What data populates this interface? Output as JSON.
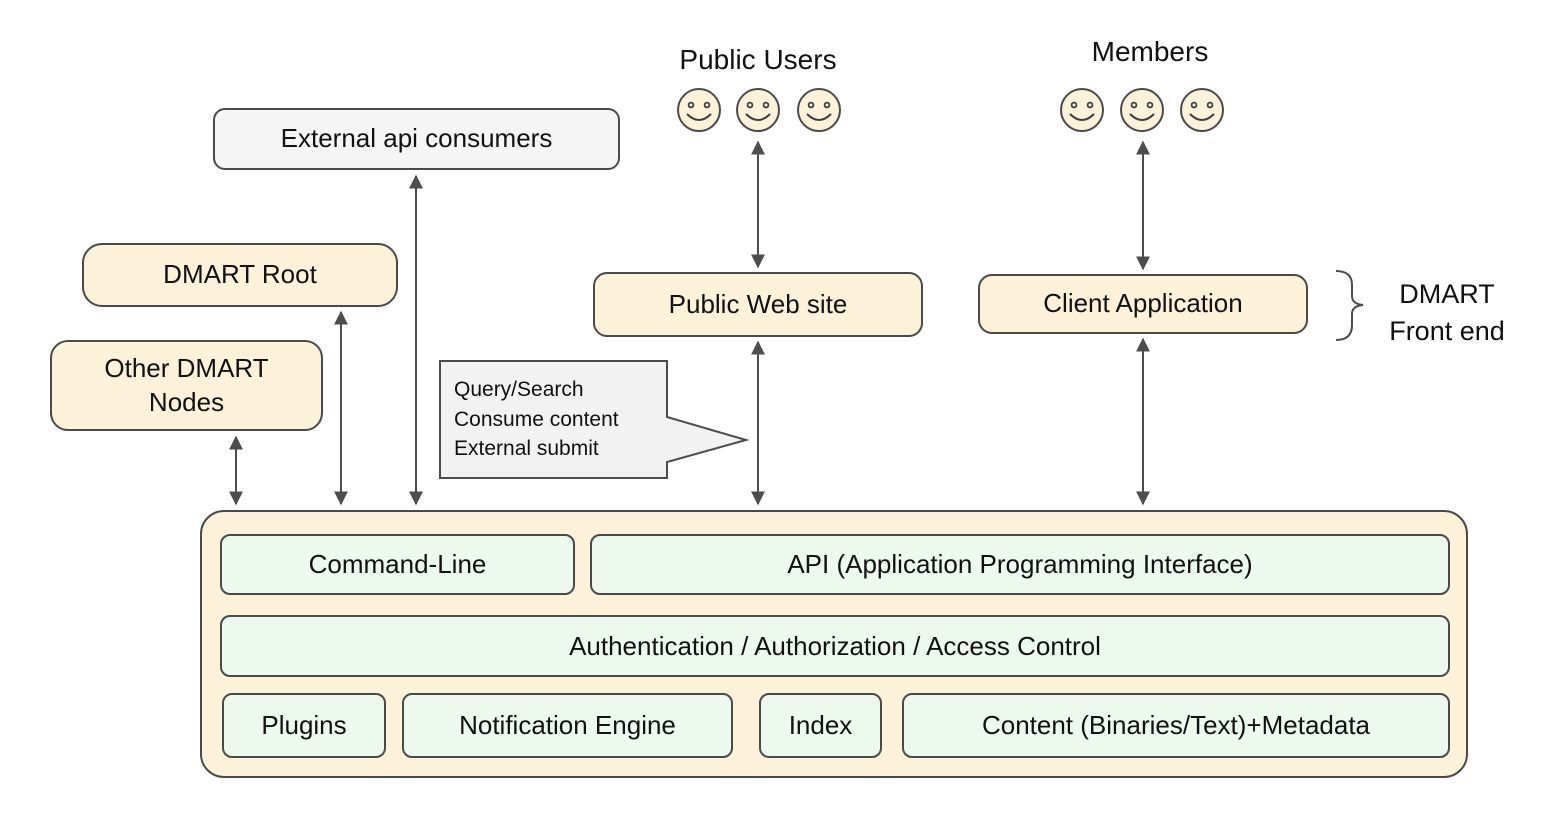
{
  "diagram": {
    "nodes": {
      "external_api_consumers": {
        "label": "External api consumers"
      },
      "dmart_root": {
        "label": "DMART Root"
      },
      "other_dmart_nodes": {
        "label": "Other DMART Nodes"
      },
      "public_web_site": {
        "label": "Public Web site"
      },
      "client_application": {
        "label": "Client Application"
      }
    },
    "actors": {
      "public_users": {
        "label": "Public Users",
        "icon": "smiley-face-icon",
        "count": 3
      },
      "members": {
        "label": "Members",
        "icon": "smiley-face-icon",
        "count": 3
      }
    },
    "callout": {
      "lines": [
        "Query/Search",
        "Consume content",
        "External submit"
      ]
    },
    "front_end_brace": {
      "label_line1": "DMART",
      "label_line2": "Front end"
    },
    "backend": {
      "command_line": "Command-Line",
      "api": "API (Application Programming Interface)",
      "auth": "Authentication / Authorization / Access Control",
      "plugins": "Plugins",
      "notification_engine": "Notification Engine",
      "index": "Index",
      "content": "Content (Binaries/Text)+Metadata"
    },
    "colors": {
      "cream_fill": "#FCF2DA",
      "green_fill": "#EDF8EF",
      "gray_fill": "#F5F5F5",
      "callout_fill": "#F2F2F2",
      "border": "#4A4A4A",
      "arrow": "#4D4D4D",
      "background": "#FFFFFF"
    }
  }
}
